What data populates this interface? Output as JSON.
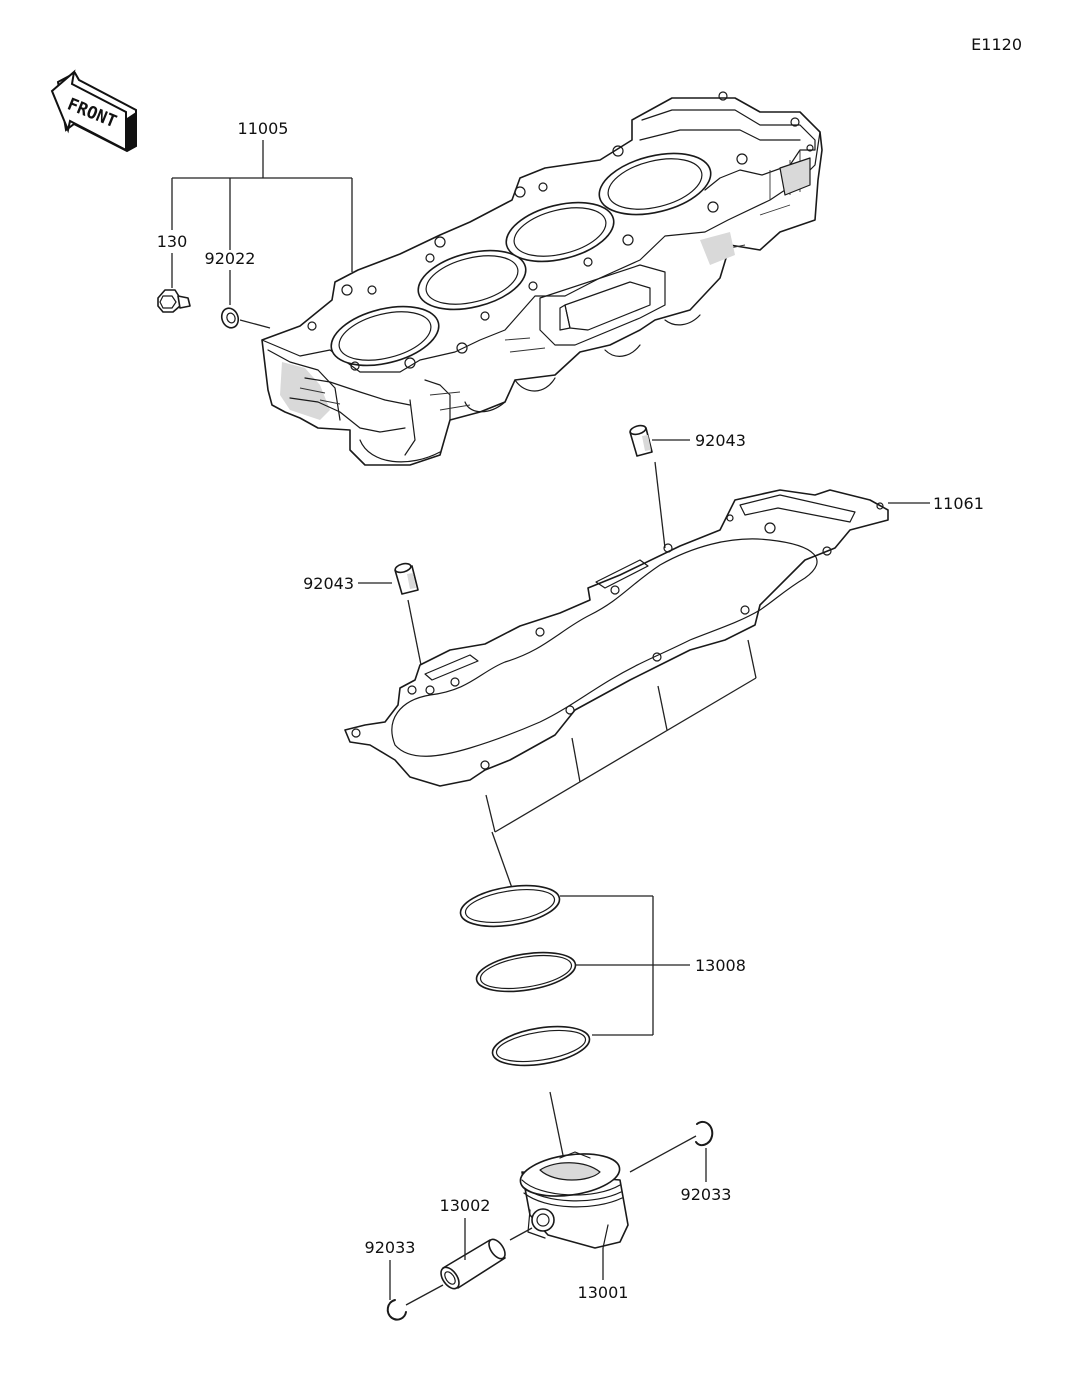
{
  "diagram_code": "E1120",
  "front_label": "FRONT",
  "parts": {
    "cylinder": "11005",
    "bolt": "130",
    "washer": "92022",
    "dowel_top": "92043",
    "dowel_left": "92043",
    "gasket": "11061",
    "rings": "13008",
    "piston": "13001",
    "pin": "13002",
    "clip_right": "92033",
    "clip_left": "92033"
  }
}
